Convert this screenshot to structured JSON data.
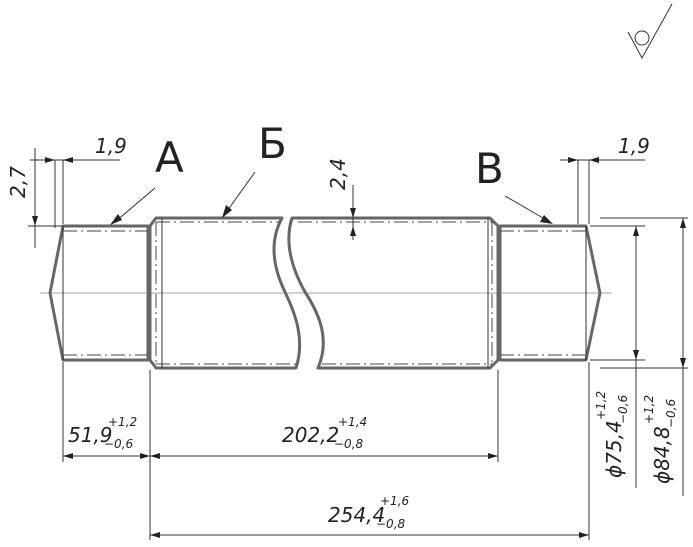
{
  "labels": {
    "zone_a": "А",
    "zone_b": "Б",
    "zone_c": "В"
  },
  "dimensions": {
    "chamfer_left_width": "1,9",
    "chamfer_right_width": "1,9",
    "chamfer_left_height": "2,7",
    "thread_depth": "2,4",
    "left_length": {
      "nominal": "51,9",
      "upper": "+1,2",
      "lower": "−0,6"
    },
    "mid_length": {
      "nominal": "202,2",
      "upper": "+1,4",
      "lower": "−0,8"
    },
    "total_length": {
      "nominal": "254,4",
      "upper": "+1,6",
      "lower": "−0,8"
    },
    "inner_diameter": {
      "nominal": "ϕ75,4",
      "upper": "+1,2",
      "lower": "−0,6"
    },
    "outer_diameter": {
      "nominal": "ϕ84,8",
      "upper": "+1,2",
      "lower": "−0,6"
    }
  }
}
